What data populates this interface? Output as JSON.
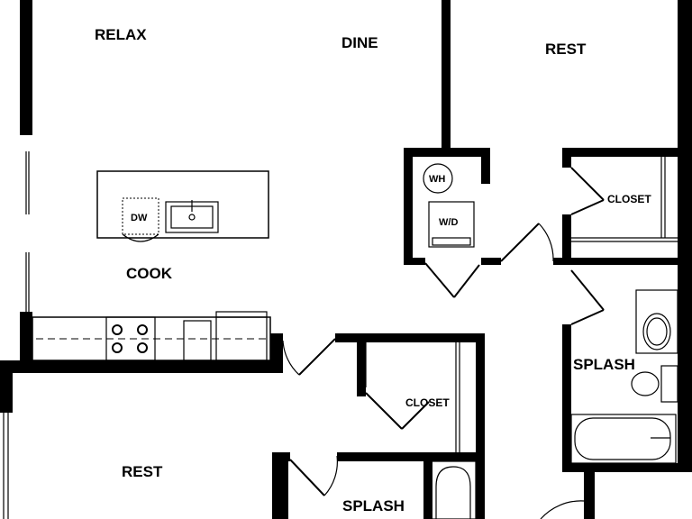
{
  "rooms": {
    "relax": "RELAX",
    "dine": "DINE",
    "rest_top": "REST",
    "cook": "COOK",
    "rest_bottom": "REST",
    "splash_right": "SPLASH",
    "splash_bottom": "SPLASH"
  },
  "closets": {
    "top_right": "CLOSET",
    "middle": "CLOSET"
  },
  "fixtures": {
    "dishwasher": "DW",
    "water_heater": "WH",
    "washer_dryer": "W/D"
  }
}
